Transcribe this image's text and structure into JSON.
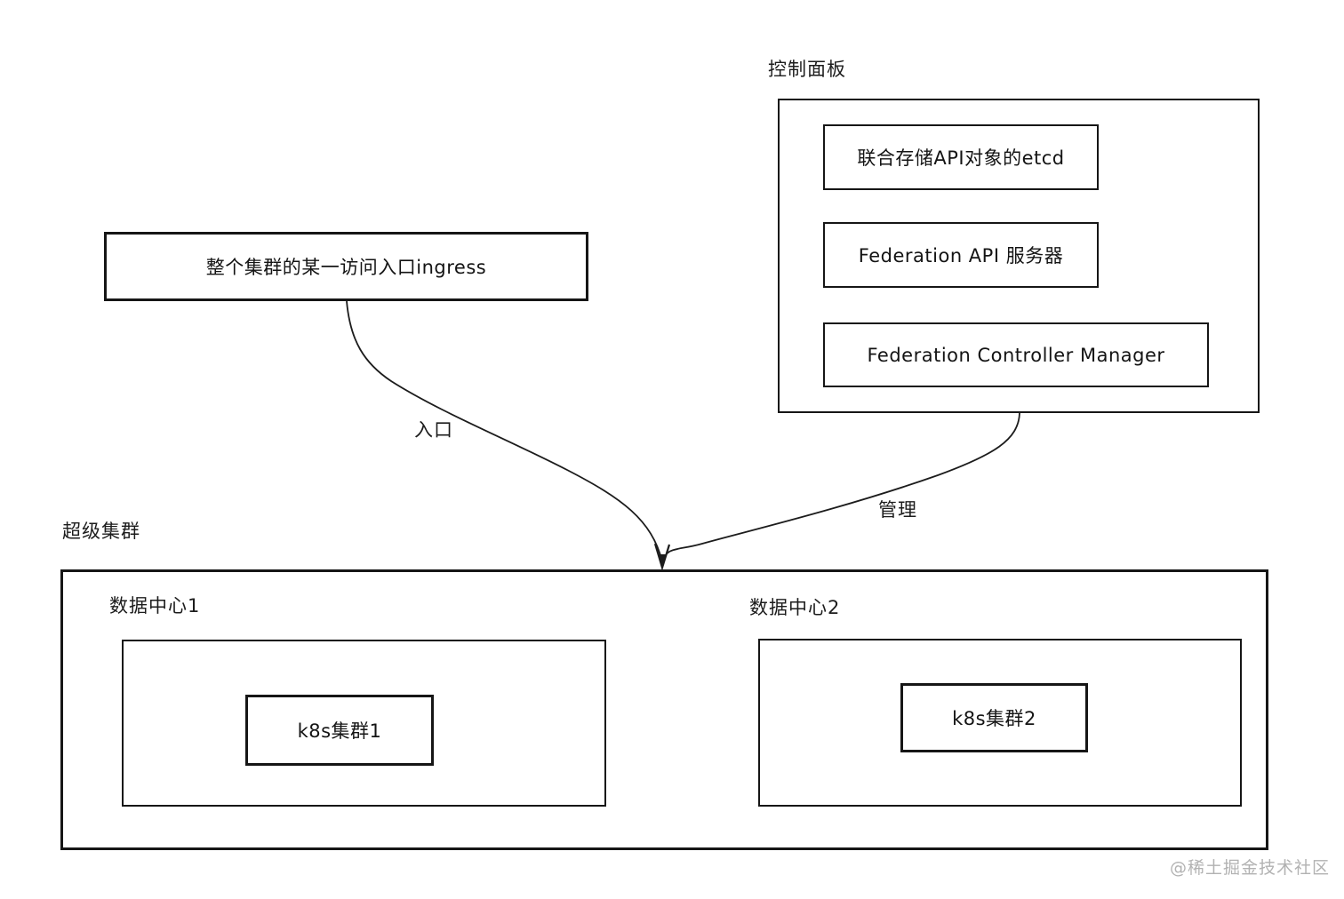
{
  "control_panel": {
    "label": "控制面板",
    "etcd_box": "联合存储API对象的etcd",
    "api_server_box": "Federation API 服务器",
    "controller_manager_box": "Federation Controller Manager"
  },
  "ingress": {
    "box_label": "整个集群的某一访问入口ingress"
  },
  "edges": {
    "entry_label": "入口",
    "manage_label": "管理"
  },
  "super_cluster": {
    "label": "超级集群",
    "dc1": {
      "label": "数据中心1",
      "cluster_box": "k8s集群1"
    },
    "dc2": {
      "label": "数据中心2",
      "cluster_box": "k8s集群2"
    }
  },
  "watermark": "@稀土掘金技术社区",
  "colors": {
    "line": "#1c1c1c",
    "background": "#ffffff",
    "watermark": "#b2b2b2"
  }
}
